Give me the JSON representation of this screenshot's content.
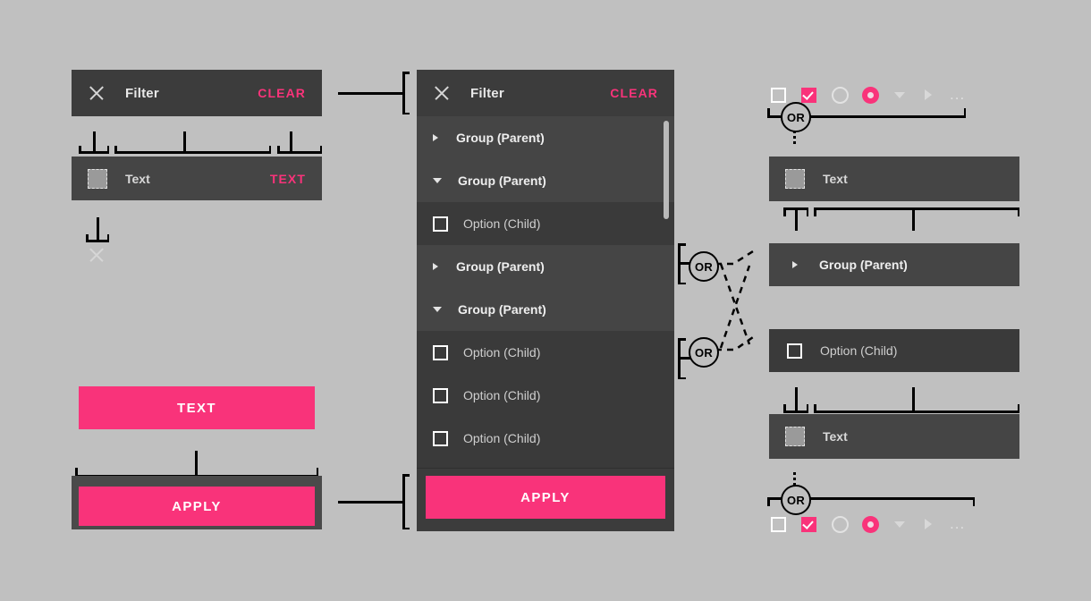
{
  "theme": {
    "background": "#c0c0c0",
    "panel_dark": "#3c3c3c",
    "row_group": "#454545",
    "row_option": "#3a3a3a",
    "accent_pink": "#f9337a",
    "text_light": "#e8e8e8",
    "annotation": "#000000"
  },
  "left_panel": {
    "header": {
      "close_icon": "close-x-icon",
      "title": "Filter",
      "clear_label": "CLEAR"
    },
    "text_row": {
      "placeholder_icon": "image-placeholder-icon",
      "label": "Text",
      "action_label": "TEXT"
    },
    "detached_close_icon": "close-x-icon",
    "text_button_label": "TEXT",
    "apply_button_label": "APPLY"
  },
  "center_panel": {
    "header": {
      "close_icon": "close-x-icon",
      "title": "Filter",
      "clear_label": "CLEAR"
    },
    "rows": [
      {
        "type": "group",
        "icon": "caret-right-icon",
        "label": "Group (Parent)"
      },
      {
        "type": "group",
        "icon": "caret-down-icon",
        "label": "Group (Parent)"
      },
      {
        "type": "option",
        "icon": "checkbox-icon",
        "label": "Option (Child)"
      },
      {
        "type": "group",
        "icon": "caret-right-icon",
        "label": "Group (Parent)"
      },
      {
        "type": "group",
        "icon": "caret-down-icon",
        "label": "Group (Parent)"
      },
      {
        "type": "option",
        "icon": "checkbox-icon",
        "label": "Option (Child)"
      },
      {
        "type": "option",
        "icon": "checkbox-icon",
        "label": "Option (Child)"
      },
      {
        "type": "option",
        "icon": "checkbox-icon",
        "label": "Option (Child)"
      }
    ],
    "apply_button_label": "APPLY",
    "scrollbar": "vertical-scrollbar"
  },
  "right_panel": {
    "controls_top": [
      {
        "name": "checkbox-unchecked",
        "label": ""
      },
      {
        "name": "checkbox-checked",
        "label": ""
      },
      {
        "name": "radio-unselected",
        "label": ""
      },
      {
        "name": "radio-selected",
        "label": ""
      },
      {
        "name": "dropdown-caret-icon",
        "label": ""
      },
      {
        "name": "caret-right-icon",
        "label": ""
      },
      {
        "name": "overflow-ellipsis-icon",
        "label": "..."
      }
    ],
    "controls_bottom": [
      {
        "name": "checkbox-unchecked",
        "label": ""
      },
      {
        "name": "checkbox-checked",
        "label": ""
      },
      {
        "name": "radio-unselected",
        "label": ""
      },
      {
        "name": "radio-selected",
        "label": ""
      },
      {
        "name": "dropdown-caret-icon",
        "label": ""
      },
      {
        "name": "caret-right-icon",
        "label": ""
      },
      {
        "name": "overflow-ellipsis-icon",
        "label": "..."
      }
    ],
    "text_row_top": {
      "placeholder_icon": "image-placeholder-icon",
      "label": "Text"
    },
    "group_row": {
      "icon": "caret-right-icon",
      "label": "Group (Parent)"
    },
    "option_row": {
      "icon": "checkbox-icon",
      "label": "Option (Child)"
    },
    "text_row_bottom": {
      "placeholder_icon": "image-placeholder-icon",
      "label": "Text"
    }
  },
  "annotations": {
    "or_badge_label": "OR",
    "or_badges": [
      "OR",
      "OR",
      "OR",
      "OR"
    ]
  }
}
